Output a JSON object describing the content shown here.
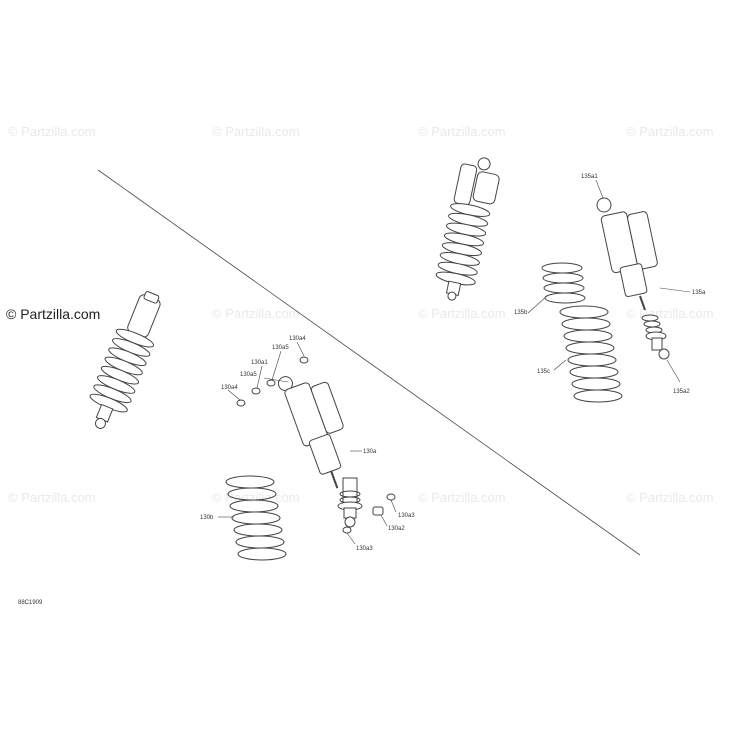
{
  "brand": "© Partzilla.com",
  "watermark_text": "© Partzilla.com",
  "caption": "88C1909",
  "labels": {
    "l130a4_top": "130a4",
    "l130a5_top": "130a5",
    "l130a1": "130a1",
    "l130a5": "130a5",
    "l130a4": "130a4",
    "l130a": "130a",
    "l130b": "130b",
    "l130a3_right": "130a3",
    "l130a2": "130a2",
    "l130a3_bottom": "130a3",
    "l135a1": "135a1",
    "l135a": "135a",
    "l135b": "135b",
    "l135c": "135c",
    "l135a2": "135a2"
  },
  "colors": {
    "line": "#444444",
    "watermark": "#e9e9e9",
    "background": "#ffffff"
  }
}
